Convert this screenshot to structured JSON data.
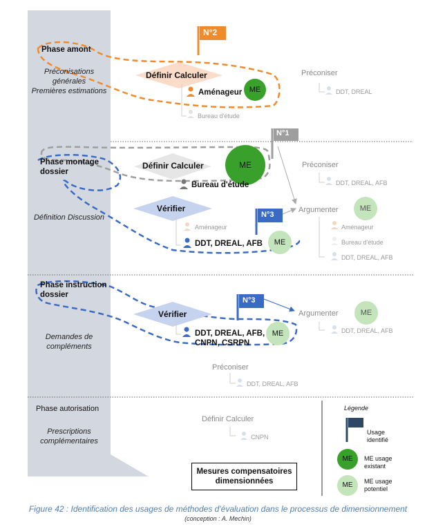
{
  "phases": {
    "amont": {
      "label": "Phase amont",
      "sub": "Préconisations\ngénérales\nPremières estimations"
    },
    "montage": {
      "label": "Phase montage\ndossier",
      "sub": "Définition Discussion"
    },
    "instruction": {
      "label": "Phase instruction\ndossier",
      "sub": "Demandes de\ncompléments"
    },
    "autorisation": {
      "label": "Phase autorisation",
      "sub": "Prescriptions\ncomplémentaires"
    }
  },
  "flags": {
    "n2": "N°2",
    "n1": "N°1",
    "n3a": "N°3",
    "n3b": "N°3"
  },
  "amont": {
    "activity": "Définir Calculer",
    "actor_main": "Aménageur",
    "actor_sec": "Bureau d'étude",
    "me": "ME",
    "preconiser": "Préconiser",
    "preconiser_actor": "DDT, DREAL"
  },
  "montage": {
    "activity1": "Définir Calculer",
    "actor1": "Bureau d'étude",
    "me1": "ME",
    "activity2": "Vérifier",
    "actor2a": "Aménageur",
    "actor2b": "DDT, DREAL, AFB",
    "me2": "ME",
    "preconiser": "Préconiser",
    "preconiser_actor": "DDT, DREAL, AFB",
    "argumenter": "Argumenter",
    "me3": "ME",
    "arg_actor1": "Aménageur",
    "arg_actor2": "Bureau d'étude",
    "arg_actor3": "DDT, DREAL, AFB"
  },
  "instruction": {
    "activity": "Vérifier",
    "actor": "DDT, DREAL, AFB,\nCNPN, CSRPN",
    "me": "ME",
    "argumenter": "Argumenter",
    "me2": "ME",
    "arg_actor": "DDT, DREAL, AFB",
    "preconiser": "Préconiser",
    "preconiser_actor": "DDT, DREAL, AFB"
  },
  "autorisation": {
    "activity": "Définir Calculer",
    "actor": "CNPN"
  },
  "mesures": "Mesures compensatoires\ndimensionnées",
  "legend": {
    "title": "Légende",
    "flag": "Usage\nidentifié",
    "me_existing_badge": "ME",
    "me_existing": "ME usage\nexistant",
    "me_potential_badge": "ME",
    "me_potential": "ME usage\npotentiel"
  },
  "caption": "Figure 42 : Identification des usages de méthodes d'évaluation dans le processus de dimensionnement",
  "credit": "(conception : A. Mechin)",
  "colors": {
    "orange": "#ef8b2c",
    "blue": "#3a6bc4",
    "gray": "#9e9e9e",
    "panel": "#d3d7e0",
    "me_dark": "#3aa02c",
    "me_light": "#c4e4bc",
    "flag_dark": "#2d4766",
    "caption": "#4f7fae"
  }
}
